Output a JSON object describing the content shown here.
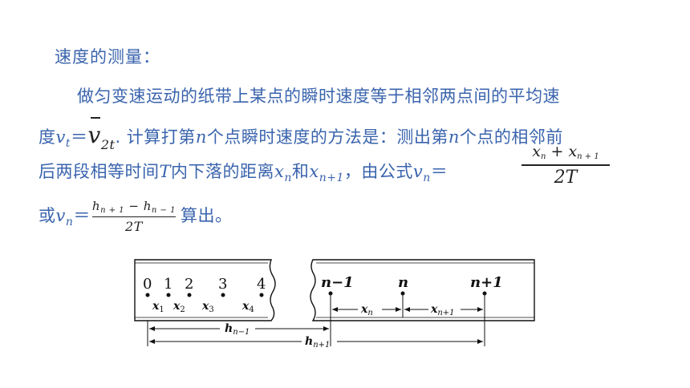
{
  "heading": "速度的测量：",
  "paragraph": {
    "line1": "做匀变速运动的纸带上某点的瞬时速度等于相邻两点间的平均速",
    "line2_a": "度",
    "line2_v": "v",
    "line2_v_sub": "t",
    "line2_eq": "＝",
    "line2_vbar": "v",
    "line2_vbar_sub": "2t",
    "line2_b": ". 计算打第",
    "line2_n": "n",
    "line2_c": "个点瞬时速度的方法是：测出第",
    "line2_n2": "n",
    "line2_d": "个点的相邻前",
    "line3_a": "后两段相等时间",
    "line3_T": "T",
    "line3_b": "内下落的距离",
    "line3_x1": "x",
    "line3_x1_sub": "n",
    "line3_c": "和",
    "line3_x2": "x",
    "line3_x2_sub": "n+1",
    "line3_d": "，由公式",
    "line3_v": "v",
    "line3_v_sub": "n",
    "line3_eq": "＝",
    "line4_a": "或",
    "line4_v": "v",
    "line4_v_sub": "n",
    "line4_eq": "＝",
    "line4_e": "算出。"
  },
  "formula1": {
    "num_x1": "x",
    "num_x1_sub": "n",
    "num_plus": " + ",
    "num_x2": "x",
    "num_x2_sub": "n + 1",
    "den": "2T"
  },
  "formula2": {
    "num_h1": "h",
    "num_h1_sub": "n + 1",
    "num_minus": " − ",
    "num_h2": "h",
    "num_h2_sub": "n − 1",
    "den": "2T"
  },
  "tape_left": {
    "points": [
      "0",
      "1",
      "2",
      "3",
      "4"
    ],
    "segments": [
      {
        "base": "x",
        "sub": "1"
      },
      {
        "base": "x",
        "sub": "2"
      },
      {
        "base": "x",
        "sub": "3"
      },
      {
        "base": "x",
        "sub": "4"
      }
    ]
  },
  "tape_right": {
    "points": [
      "n−1",
      "n",
      "n+1"
    ],
    "seg_xn": {
      "base": "x",
      "sub": "n"
    },
    "seg_xn1": {
      "base": "x",
      "sub": "n+1"
    }
  },
  "measures": {
    "h_prev": {
      "base": "h",
      "sub": "n−1"
    },
    "h_next": {
      "base": "h",
      "sub": "n+1"
    }
  }
}
